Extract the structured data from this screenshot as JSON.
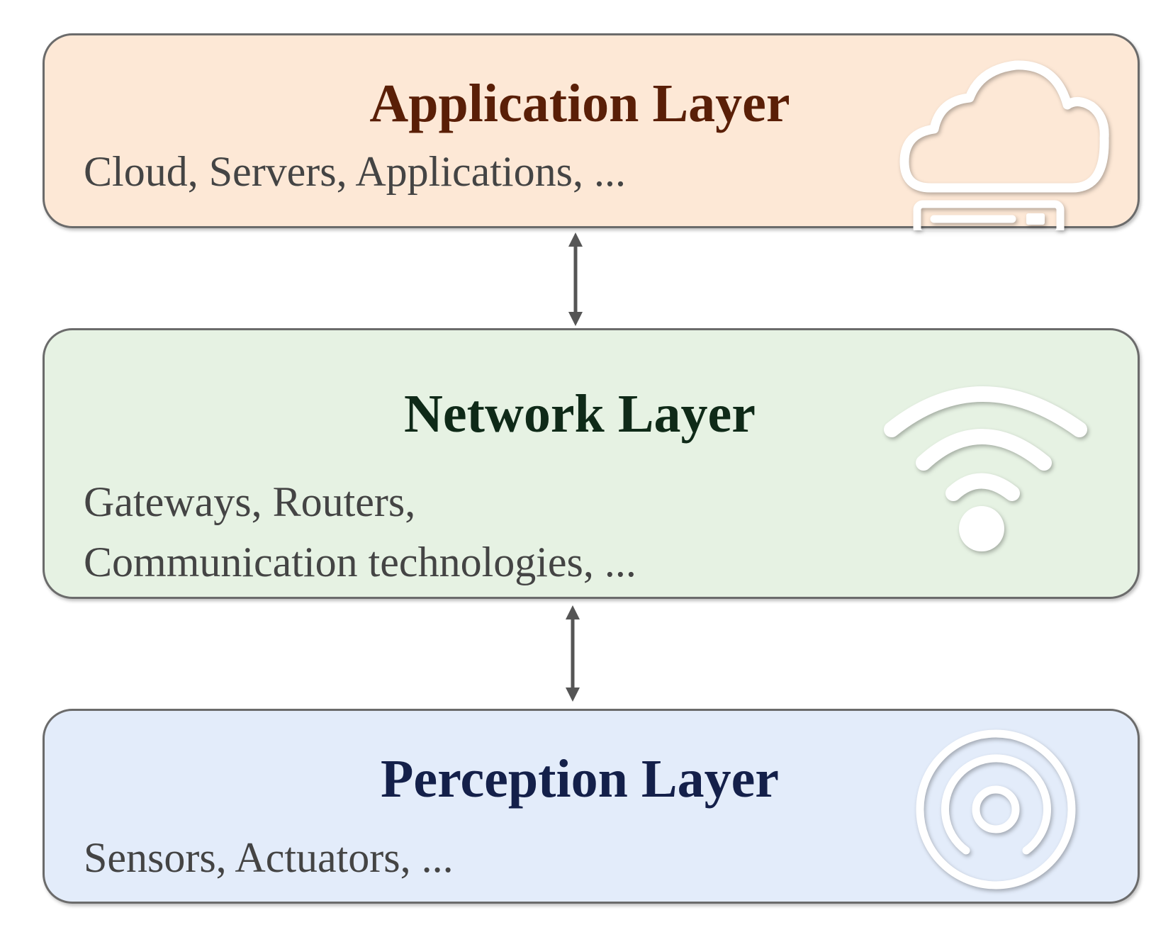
{
  "layers": {
    "application": {
      "title": "Application Layer",
      "description": [
        "Cloud, Servers, Applications, ..."
      ],
      "icon": "cloud-server-icon",
      "fill": "#fde8d6",
      "title_color": "#5a1f07"
    },
    "network": {
      "title": "Network Layer",
      "description": [
        "Gateways, Routers,",
        "Communication technologies, ..."
      ],
      "icon": "wifi-icon",
      "fill": "#e6f2e3",
      "title_color": "#0f2a18"
    },
    "perception": {
      "title": "Perception Layer",
      "description": [
        "Sensors, Actuators, ..."
      ],
      "icon": "sensor-icon",
      "fill": "#e3ecfa",
      "title_color": "#14204a"
    }
  },
  "connectors": {
    "style": "double-headed-arrow",
    "color": "#555555"
  }
}
